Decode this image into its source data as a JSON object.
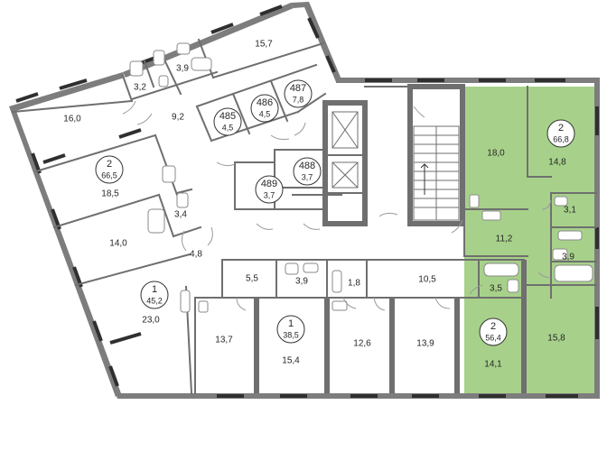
{
  "colors": {
    "highlight": "#a7d18a",
    "wall": "#7d7d7d",
    "window": "#2f2f2f"
  },
  "rooms": [
    {
      "id": "r-15-7",
      "label": "15,7"
    },
    {
      "id": "r-3-2",
      "label": "3,2"
    },
    {
      "id": "r-3-9a",
      "label": "3,9"
    },
    {
      "id": "r-16-0",
      "label": "16,0"
    },
    {
      "id": "r-9-2",
      "label": "9,2"
    },
    {
      "id": "r-18-5",
      "label": "18,5"
    },
    {
      "id": "r-3-4",
      "label": "3,4"
    },
    {
      "id": "r-14-0",
      "label": "14,0"
    },
    {
      "id": "r-4-8",
      "label": "4,8"
    },
    {
      "id": "r-23-0",
      "label": "23,0"
    },
    {
      "id": "r-5-5",
      "label": "5,5"
    },
    {
      "id": "r-3-9b",
      "label": "3,9"
    },
    {
      "id": "r-1-8",
      "label": "1,8"
    },
    {
      "id": "r-10-5",
      "label": "10,5"
    },
    {
      "id": "r-3-5",
      "label": "3,5"
    },
    {
      "id": "r-13-7",
      "label": "13,7"
    },
    {
      "id": "r-15-4",
      "label": "15,4"
    },
    {
      "id": "r-12-6",
      "label": "12,6"
    },
    {
      "id": "r-13-9",
      "label": "13,9"
    },
    {
      "id": "r-14-1",
      "label": "14,1"
    },
    {
      "id": "r-18-0",
      "label": "18,0"
    },
    {
      "id": "r-14-8",
      "label": "14,8"
    },
    {
      "id": "r-11-2",
      "label": "11,2"
    },
    {
      "id": "r-3-1",
      "label": "3,1"
    },
    {
      "id": "r-3-9c",
      "label": "3,9"
    },
    {
      "id": "r-15-8",
      "label": "15,8"
    }
  ],
  "units": [
    {
      "id": "u-2-66-5",
      "rooms": "2",
      "area": "66,5"
    },
    {
      "id": "u-1-45-2",
      "rooms": "1",
      "area": "45,2"
    },
    {
      "id": "u-1-38-5",
      "rooms": "1",
      "area": "38,5"
    },
    {
      "id": "u-2-56-4",
      "rooms": "2",
      "area": "56,4"
    },
    {
      "id": "u-2-66-8",
      "rooms": "2",
      "area": "66,8"
    },
    {
      "id": "u-485",
      "rooms": "485",
      "area": "4,5"
    },
    {
      "id": "u-486",
      "rooms": "486",
      "area": "4,5"
    },
    {
      "id": "u-487",
      "rooms": "487",
      "area": "7,8"
    },
    {
      "id": "u-488",
      "rooms": "488",
      "area": "3,7"
    },
    {
      "id": "u-489",
      "rooms": "489",
      "area": "3,7"
    }
  ]
}
